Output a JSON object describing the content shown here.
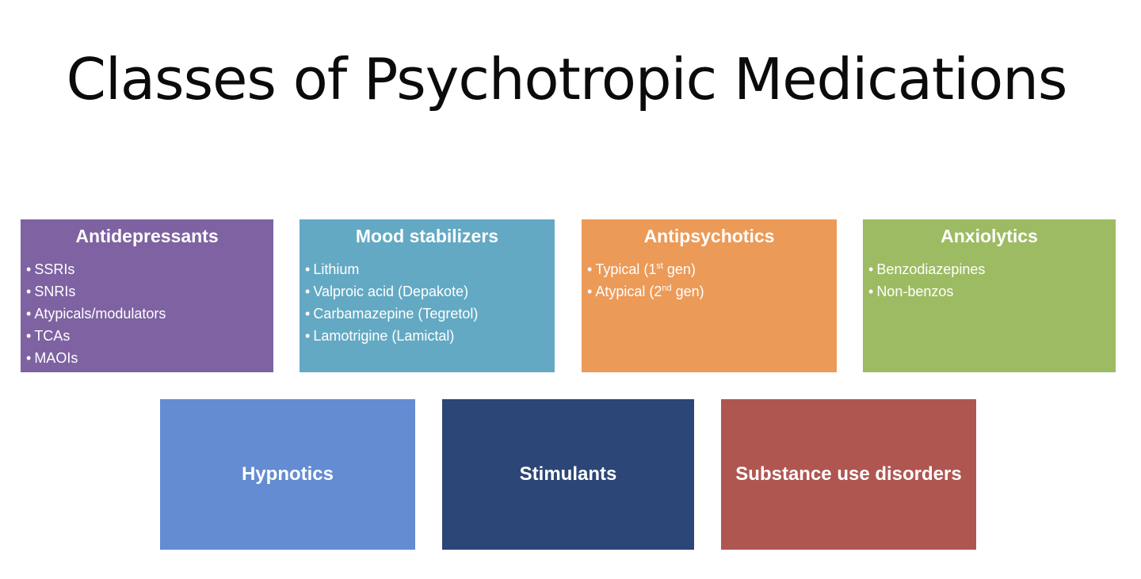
{
  "title": "Classes of Psychotropic Medications",
  "colors": {
    "antidepressants": "#7e62a1",
    "mood_stabilizers": "#63a9c3",
    "antipsychotics": "#ec9a58",
    "anxiolytics": "#9dbb62",
    "hypnotics": "#648cd2",
    "stimulants": "#2b4677",
    "substance_use": "#b05650"
  },
  "categories": [
    {
      "heading": "Antidepressants",
      "items": [
        "SSRIs",
        "SNRIs",
        "Atypicals/modulators",
        "TCAs",
        "MAOIs"
      ]
    },
    {
      "heading": "Mood stabilizers",
      "items": [
        "Lithium",
        "Valproic acid (Depakote)",
        "Carbamazepine (Tegretol)",
        "Lamotrigine (Lamictal)"
      ]
    },
    {
      "heading": "Antipsychotics",
      "items": [
        {
          "pre": "Typical (1",
          "sup": "st",
          "post": " gen)"
        },
        {
          "pre": "Atypical (2",
          "sup": "nd",
          "post": " gen)"
        }
      ]
    },
    {
      "heading": "Anxiolytics",
      "items": [
        "Benzodiazepines",
        "Non-benzos"
      ]
    }
  ],
  "bottom": {
    "hypnotics": "Hypnotics",
    "stimulants": "Stimulants",
    "substance_use": "Substance use disorders"
  }
}
